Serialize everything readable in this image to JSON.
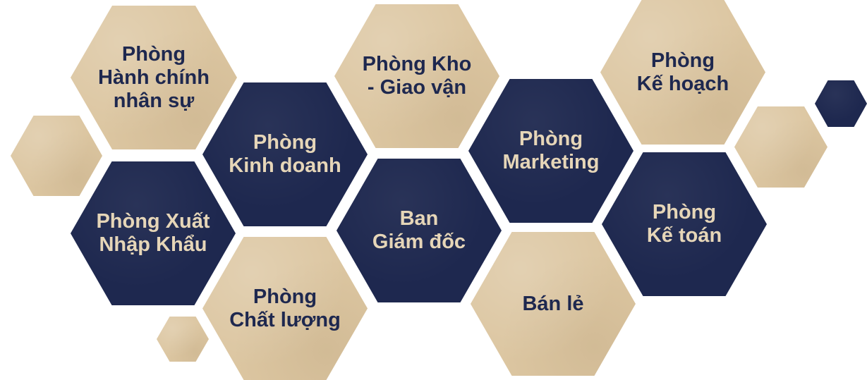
{
  "colors": {
    "tan": "#dcc6a1",
    "navy": "#1e284f",
    "tan_text": "#1e284f",
    "navy_text": "#e6d6b8"
  },
  "departments": {
    "hanh_chinh_nhan_su": "Phòng\nHành chính\nnhân sự",
    "kho_giao_van": "Phòng Kho\n- Giao vận",
    "ke_hoach": "Phòng\nKế hoạch",
    "kinh_doanh": "Phòng\nKinh doanh",
    "marketing": "Phòng\nMarketing",
    "xuat_nhap_khau": "Phòng Xuất\nNhập Khẩu",
    "ban_giam_doc": "Ban\nGiám đốc",
    "ke_toan": "Phòng\nKế toán",
    "chat_luong": "Phòng\nChất lượng",
    "ban_le": "Bán lẻ"
  }
}
